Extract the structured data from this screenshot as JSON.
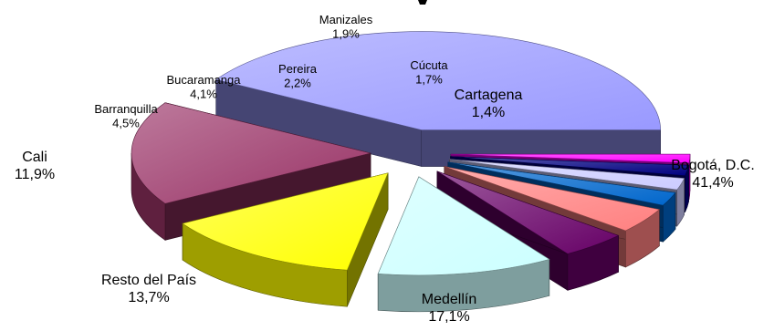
{
  "chart_data": {
    "type": "pie",
    "title": "",
    "categories": [
      "Bogotá, D.C.",
      "Medellín",
      "Resto del País",
      "Cali",
      "Barranquilla",
      "Bucaramanga",
      "Pereira",
      "Manizales",
      "Cúcuta",
      "Cartagena"
    ],
    "values": [
      41.4,
      17.1,
      13.7,
      11.9,
      4.5,
      4.1,
      2.2,
      1.9,
      1.7,
      1.4
    ],
    "value_labels": [
      "41,4%",
      "17,1%",
      "13,7%",
      "11,9%",
      "4,5%",
      "4,1%",
      "2,2%",
      "1,9%",
      "1,7%",
      "1,4%"
    ],
    "colors": [
      "#9999ff",
      "#993366",
      "#ffff00",
      "#ccffff",
      "#660066",
      "#ff8080",
      "#0066cc",
      "#ccccff",
      "#000080",
      "#ff00ff"
    ],
    "style": "3d-exploded",
    "legend": "none"
  }
}
